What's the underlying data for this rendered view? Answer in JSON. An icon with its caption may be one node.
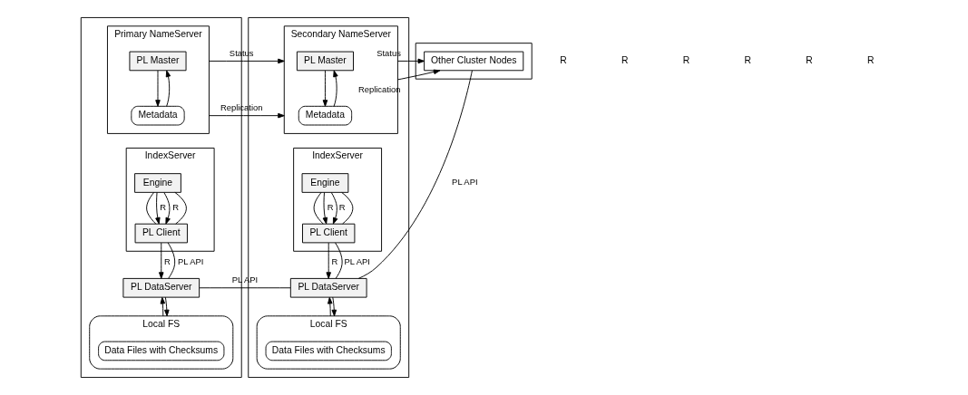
{
  "diagram": {
    "nodes": [
      {
        "text": [],
        "shape": "box"
      },
      {
        "text": [
          "Primary NameServer"
        ],
        "in": 0
      },
      {
        "text": [
          "PL Master"
        ],
        "in": 1
      },
      {
        "text": [
          "Metadata"
        ],
        "in": 1
      },
      {
        "text": [
          "IndexServer"
        ],
        "in": 0
      },
      {
        "text": [
          "Engine"
        ],
        "in": 4
      },
      {
        "text": [
          "PL Client"
        ],
        "in": 4
      },
      {
        "text": [
          "PL DataServer"
        ],
        "in": 0
      },
      {
        "text": [
          "Local FS"
        ],
        "in": 0
      },
      {
        "text": [
          "Data Files with Checksums"
        ],
        "in": 8
      },
      {
        "text": [],
        "shape": "box"
      },
      {
        "text": [
          "Secondary NameServer"
        ],
        "in": 10
      },
      {
        "text": [
          "PL Master"
        ],
        "in": 11
      },
      {
        "text": [
          "Metadata"
        ],
        "in": 11
      },
      {
        "text": [
          "IndexServer"
        ],
        "in": 10
      },
      {
        "text": [
          "Engine"
        ],
        "in": 14
      },
      {
        "text": [
          "PL Client"
        ],
        "in": 14
      },
      {
        "text": [
          "PL DataServer"
        ],
        "in": 10
      },
      {
        "text": [
          "Local FS"
        ],
        "in": 10
      },
      {
        "text": [
          "Data Files with Checksums"
        ],
        "in": 18
      },
      {
        "text": [],
        "shape": "box"
      },
      {
        "text": [
          "Other Cluster Nodes"
        ],
        "in": 20
      }
    ],
    "edges": [
      {
        "from": 2,
        "to": 3,
        "arrow": "to"
      },
      {
        "from": 3,
        "to": 2,
        "arrow": "to"
      },
      {
        "from": 1,
        "to": 11,
        "arrow": "to",
        "label": "Status"
      },
      {
        "from": 1,
        "to": 11,
        "arrow": "to",
        "label": "Replication"
      },
      {
        "from": 5,
        "to": 6,
        "arrow": "none"
      },
      {
        "from": 5,
        "to": 6,
        "arrow": "to",
        "label": "R"
      },
      {
        "from": 5,
        "to": 6,
        "arrow": "to",
        "label": "R"
      },
      {
        "from": 5,
        "to": 6,
        "arrow": "none"
      },
      {
        "from": 6,
        "to": 7,
        "arrow": "to",
        "label": "R"
      },
      {
        "from": 6,
        "to": 7,
        "arrow": "none",
        "label": "PL API"
      },
      {
        "from": 7,
        "to": 8,
        "arrow": "to"
      },
      {
        "from": 8,
        "to": 7,
        "arrow": "to"
      },
      {
        "from": 7,
        "to": 17,
        "arrow": "none",
        "label": "PL API"
      },
      {
        "from": 12,
        "to": 13,
        "arrow": "to"
      },
      {
        "from": 13,
        "to": 12,
        "arrow": "to"
      },
      {
        "from": 11,
        "to": 21,
        "arrow": "to",
        "label": "Status"
      },
      {
        "from": 11,
        "to": 21,
        "arrow": "to",
        "label": "Replication"
      },
      {
        "from": 15,
        "to": 16,
        "arrow": "none"
      },
      {
        "from": 15,
        "to": 16,
        "arrow": "to",
        "label": "R"
      },
      {
        "from": 15,
        "to": 16,
        "arrow": "to",
        "label": "R"
      },
      {
        "from": 15,
        "to": 16,
        "arrow": "none"
      },
      {
        "from": 16,
        "to": 17,
        "arrow": "to",
        "label": "R"
      },
      {
        "from": 16,
        "to": 17,
        "arrow": "none",
        "label": "PL API"
      },
      {
        "from": 17,
        "to": 18,
        "arrow": "to"
      },
      {
        "from": 18,
        "to": 17,
        "arrow": "to"
      },
      {
        "from": 17,
        "to": 21,
        "arrow": "none",
        "label": "PL API"
      }
    ],
    "labels": [
      "R",
      "R",
      "R",
      "R",
      "R",
      "R"
    ]
  }
}
